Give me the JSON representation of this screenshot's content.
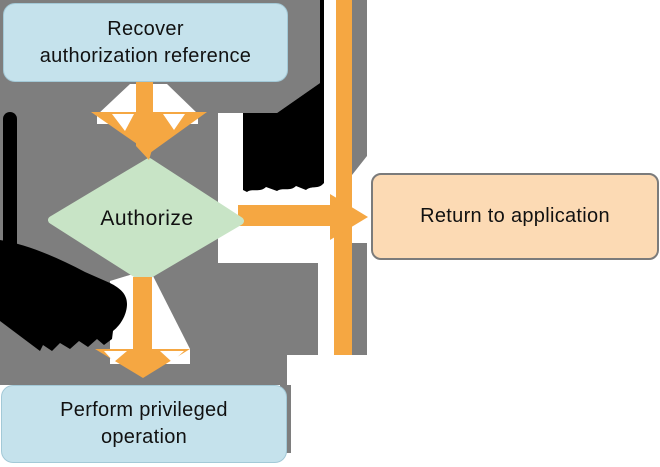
{
  "colors": {
    "background": "#ffffff",
    "shadow_gray": "#7e7e7e",
    "arrow_orange": "#f5a742",
    "node_blue": "#c5e2ec",
    "node_blue_border": "#a3c9d7",
    "diamond_green": "#c8e4c6",
    "return_fill": "#fcdab4",
    "return_border": "#7b7b7b",
    "blob_black": "#000000",
    "text": "#111111",
    "white": "#ffffff"
  },
  "nodes": {
    "recover": {
      "lines": [
        "Recover",
        "authorization reference"
      ]
    },
    "authorize": {
      "label": "Authorize"
    },
    "return_app": {
      "label": "Return to application"
    },
    "perform": {
      "lines": [
        "Perform privileged",
        "operation"
      ]
    }
  }
}
